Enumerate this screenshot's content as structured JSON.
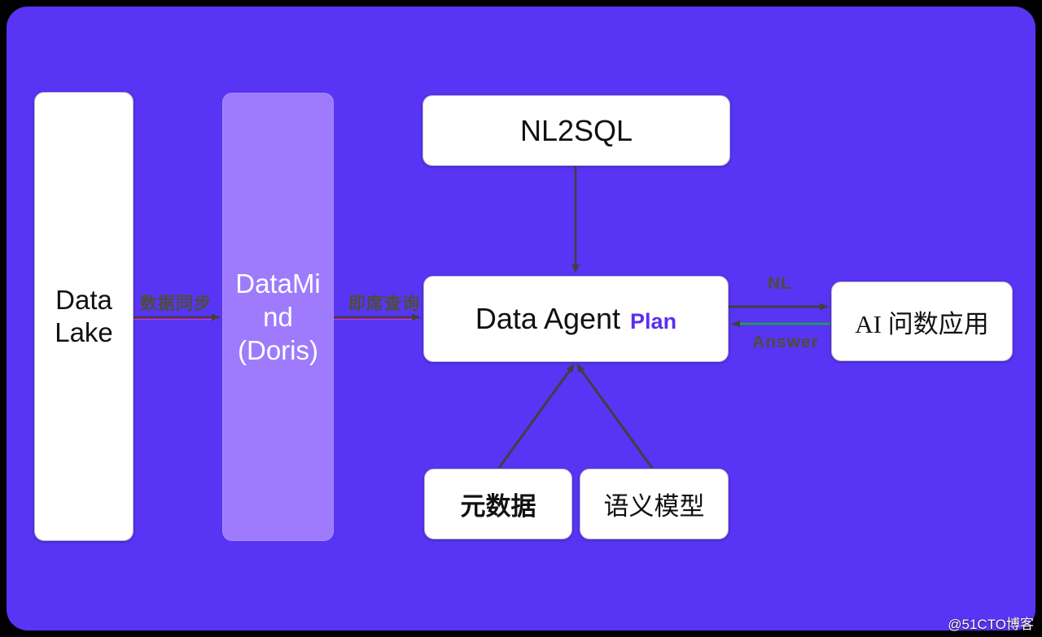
{
  "boxes": {
    "data_lake": {
      "lines": [
        "Data",
        "Lake"
      ]
    },
    "datamind": {
      "lines": [
        "DataMi",
        "nd",
        "(Doris)"
      ]
    },
    "nl2sql": {
      "label": "NL2SQL"
    },
    "data_agent": {
      "label": "Data Agent",
      "badge": "Plan"
    },
    "ai_app": {
      "label": "AI 问数应用"
    },
    "metadata": {
      "label": "元数据"
    },
    "semantic_model": {
      "label": "语义模型"
    }
  },
  "edges": {
    "data_sync": {
      "label": "数据同步",
      "from": "data_lake",
      "to": "datamind"
    },
    "adhoc_query": {
      "label": "即席查询",
      "from": "datamind",
      "to": "data_agent"
    },
    "nl2sql_to_agent": {
      "label": "",
      "from": "nl2sql",
      "to": "data_agent"
    },
    "nl": {
      "label": "NL",
      "from": "data_agent",
      "to": "ai_app"
    },
    "answer": {
      "label": "Answer",
      "from": "ai_app",
      "to": "data_agent"
    },
    "metadata_to_agent": {
      "label": "",
      "from": "metadata",
      "to": "data_agent"
    },
    "semantic_to_agent": {
      "label": "",
      "from": "semantic_model",
      "to": "data_agent"
    }
  },
  "watermark": "@51CTO博客",
  "colors": {
    "canvas_background": "#5834f4",
    "datamind_fill": "#9d7bfc",
    "node_fill": "#ffffff",
    "arrow_gray": "#404040",
    "answer_green": "#1ca43e",
    "magenta_accent": "#d22cc8",
    "plan_text": "#5b2ef0",
    "edge_label_text": "#4b4b42",
    "watermark_text": "#ffffff"
  }
}
